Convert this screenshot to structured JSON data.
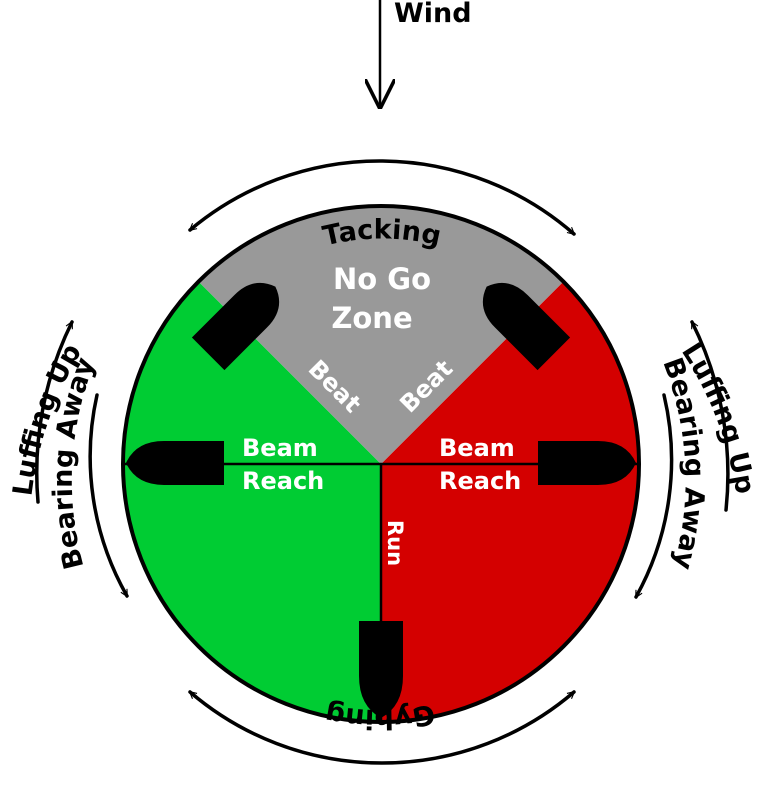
{
  "wind_label": "Wind",
  "tacking_label": "Tacking",
  "gybing_label": "Gybing",
  "left_luffing_label": "Luffing Up",
  "left_bearing_label": "Bearing Away",
  "right_luffing_label": "Luffing Up",
  "right_bearing_label": "Bearing Away",
  "no_go_line1": "No Go",
  "no_go_line2": "Zone",
  "beat_left": "Beat",
  "beat_right": "Beat",
  "beam_left_line1": "Beam",
  "beam_left_line2": "Reach",
  "beam_right_line1": "Beam",
  "beam_right_line2": "Reach",
  "run_label": "Run",
  "colors": {
    "no_go": "#999999",
    "starboard": "#00cc33",
    "port": "#d40000",
    "boat": "#000000"
  }
}
